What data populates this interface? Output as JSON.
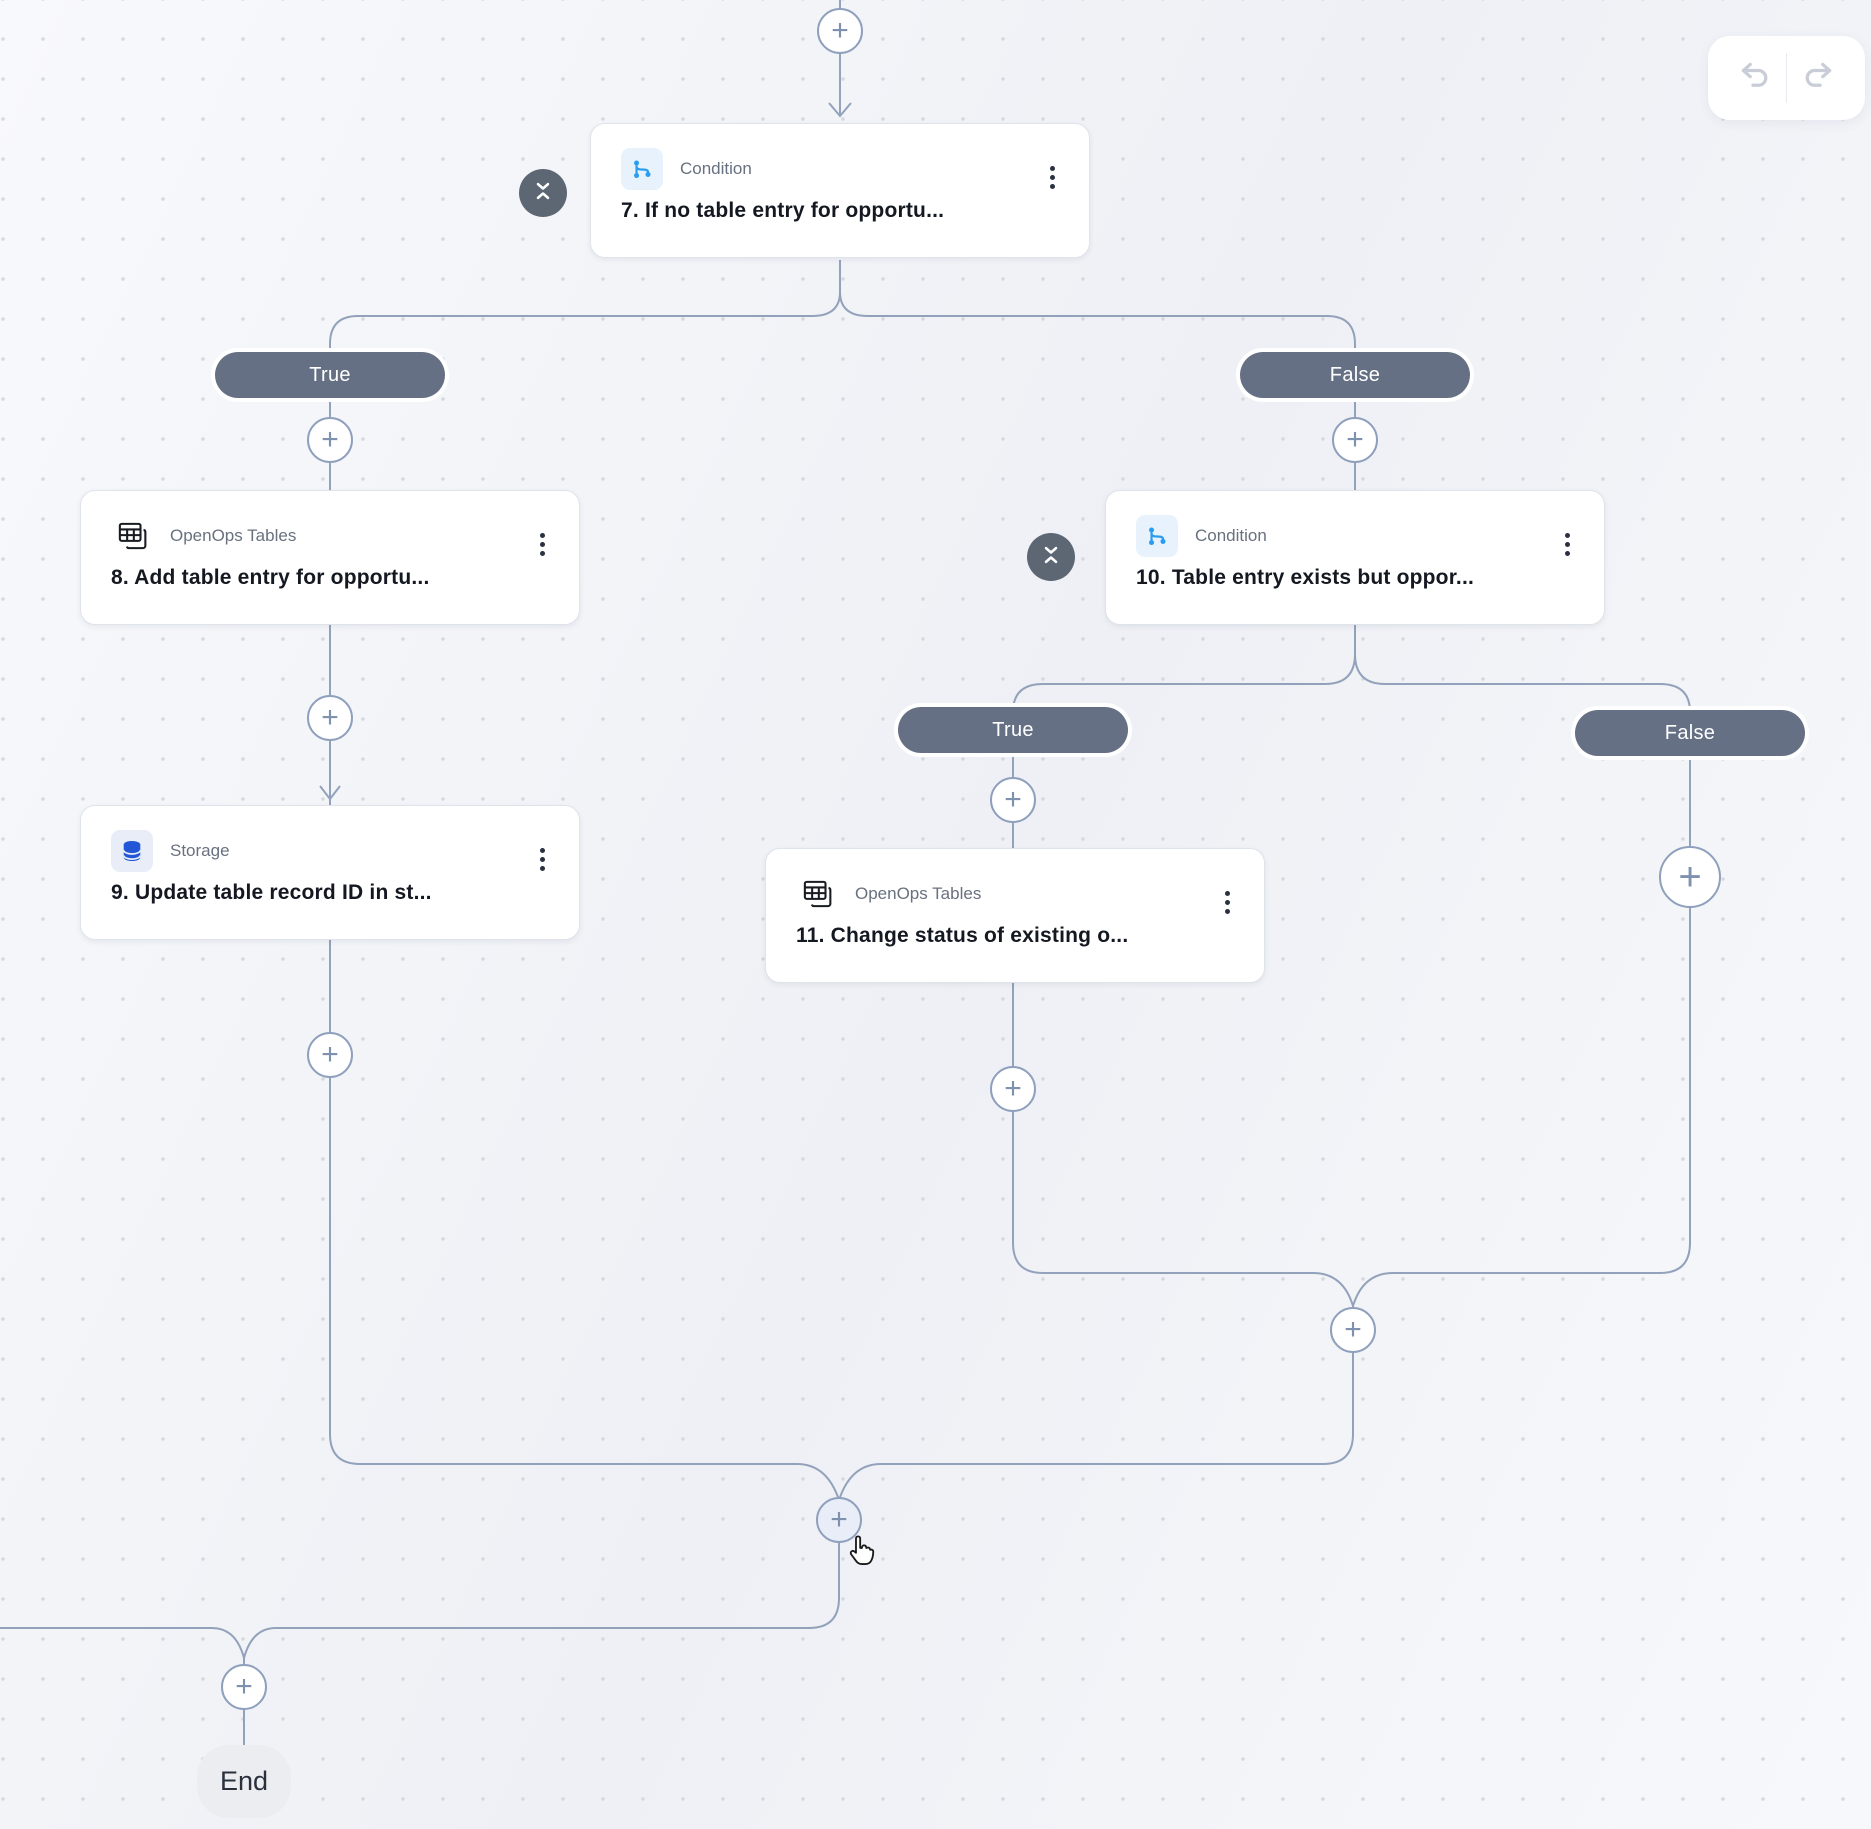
{
  "toolbar": {
    "undo_icon": "undo-arrow",
    "redo_icon": "redo-arrow"
  },
  "nodes": {
    "n7": {
      "type": "Condition",
      "title": "7. If no table entry for opportu...",
      "icon": "branch-icon"
    },
    "n8": {
      "type": "OpenOps Tables",
      "title": "8. Add table entry for opportu...",
      "icon": "tables-icon"
    },
    "n9": {
      "type": "Storage",
      "title": "9. Update table record ID in st...",
      "icon": "database-icon"
    },
    "n10": {
      "type": "Condition",
      "title": "10. Table entry exists but oppor...",
      "icon": "branch-icon"
    },
    "n11": {
      "type": "OpenOps Tables",
      "title": "11. Change status of existing o...",
      "icon": "tables-icon"
    }
  },
  "badges": {
    "b7_true": "True",
    "b7_false": "False",
    "b10_true": "True",
    "b10_false": "False"
  },
  "plus_label": "+",
  "end": {
    "label": "End"
  },
  "colors": {
    "connector": "#93a2bb",
    "badge_bg": "#667085",
    "collapse_bg": "#5d6774",
    "condition_blue": "#2b9df0",
    "storage_blue": "#2356d7",
    "canvas_bg": "#f3f5f9"
  }
}
